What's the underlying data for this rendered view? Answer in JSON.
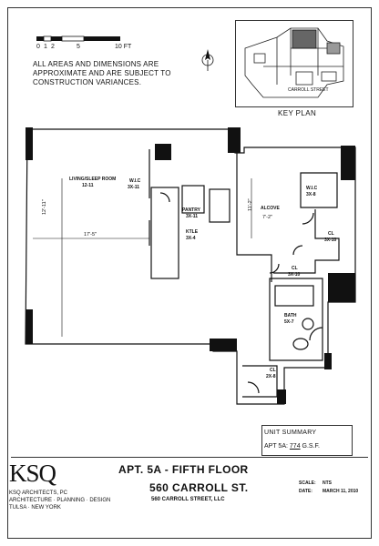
{
  "scale": {
    "ticks": [
      "0",
      "1",
      "2",
      "5",
      "10 FT"
    ]
  },
  "disclaimer": [
    "ALL AREAS AND DIMENSIONS ARE",
    "APPROXIMATE AND ARE SUBJECT TO",
    "CONSTRUCTION VARIANCES."
  ],
  "key_plan": {
    "title": "KEY PLAN",
    "street": "CARROLL STREET"
  },
  "rooms": {
    "living": "LIVING/SLEEP ROOM",
    "living_area": "12-11",
    "wic": "W.I.C",
    "wic_area": "3X-11",
    "pantry": "PANTRY",
    "pantry_area": "3X-11",
    "kitchen": "KTLE",
    "kitchen_area": "3X-4",
    "alcove": "ALCOVE",
    "alcove_area": "7'-2\"",
    "wic2": "W.I.C",
    "wic2_area": "3X-8",
    "cl1": "CL",
    "cl1_area": "3X-10",
    "cl2": "CL",
    "cl2_area": "3X-10",
    "bath": "BATH",
    "bath_area": "5X-7",
    "cl3": "CL",
    "cl3_area": "2X-8"
  },
  "dimensions": {
    "living_height": "12'-11\"",
    "living_width": "17'-5\"",
    "alcove_height": "11'-2\""
  },
  "unit_summary": {
    "title": "UNIT SUMMARY",
    "label": "APT 5A:",
    "value": "774",
    "unit": "G.S.F."
  },
  "firm": {
    "logo": "KSQ",
    "lines": [
      "KSQ ARCHITECTS, PC",
      "ARCHITECTURE · PLANNING · DESIGN",
      "TULSA · NEW YORK"
    ]
  },
  "titles": {
    "apt": "APT. 5A - FIFTH FLOOR",
    "address": "560 CARROLL ST.",
    "owner": "560 CARROLL STREET, LLC"
  },
  "meta": {
    "scale_label": "SCALE:",
    "scale_value": "NTS",
    "date_label": "DATE:",
    "date_value": "MARCH 11, 2010"
  }
}
